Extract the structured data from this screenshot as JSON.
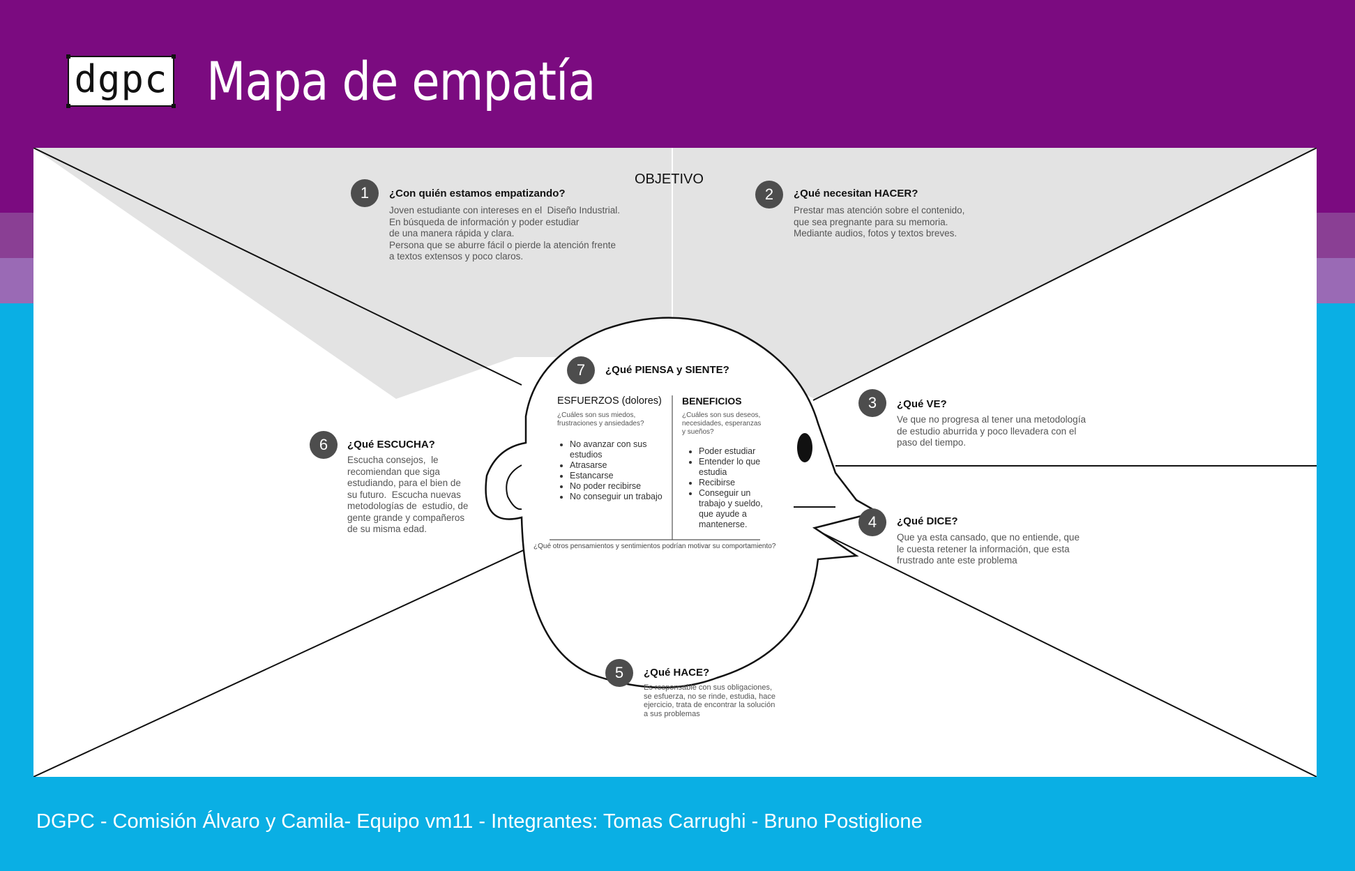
{
  "header": {
    "logo_text": "dgpc",
    "title": "Mapa de empatía"
  },
  "objetivo": "OBJETIVO",
  "sections": {
    "s1": {
      "number": "1",
      "question": "¿Con quién estamos empatizando?",
      "text": "Joven estudiante con intereses en el  Diseño Industrial.\nEn búsqueda de información y poder estudiar\nde una manera rápida y clara.\nPersona que se aburre fácil o pierde la atención frente\na textos extensos y poco claros."
    },
    "s2": {
      "number": "2",
      "question": "¿Qué necesitan HACER?",
      "text": "Prestar mas atención sobre el contenido,\nque sea pregnante para su memoria.\nMediante audios, fotos y textos breves."
    },
    "s3": {
      "number": "3",
      "question": "¿Qué VE?",
      "text": "Ve que no progresa al tener una metodología\nde estudio aburrida y poco llevadera con el\npaso del tiempo."
    },
    "s4": {
      "number": "4",
      "question": "¿Qué DICE?",
      "text": "Que ya esta cansado, que no entiende, que\nle cuesta retener la información, que esta\nfrustrado ante este problema"
    },
    "s5": {
      "number": "5",
      "question": "¿Qué HACE?",
      "text": "Es responsable con sus obligaciones,\nse esfuerza, no se rinde, estudia, hace\nejercicio, trata de encontrar la solución\na sus problemas"
    },
    "s6": {
      "number": "6",
      "question": "¿Qué ESCUCHA?",
      "text": "Escucha consejos,  le\nrecomiendan que siga\nestudiando, para el bien de\nsu futuro.  Escucha nuevas\nmetodologías de  estudio, de\ngente grande y compañeros\nde su misma edad."
    },
    "s7": {
      "number": "7",
      "question": "¿Qué PIENSA y SIENTE?",
      "esfuerzos": {
        "title": "ESFUERZOS (dolores)",
        "subtitle": "¿Cuáles son sus miedos,\nfrustraciones y ansiedades?",
        "items": [
          "No avanzar con sus estudios",
          "Atrasarse",
          "Estancarse",
          "No poder recibirse",
          "No conseguir un trabajo"
        ]
      },
      "beneficios": {
        "title": "BENEFICIOS",
        "subtitle": "¿Cuáles son sus deseos,\nnecesidades, esperanzas\ny sueños?",
        "items": [
          "Poder estudiar",
          "Entender lo que estudia",
          "Recibirse",
          "Conseguir un trabajo y sueldo, que ayude a mantenerse."
        ]
      },
      "bottom_question": "¿Qué otros pensamientos y sentimientos podrían motivar su comportamiento?"
    }
  },
  "footer": "DGPC - Comisión Álvaro y Camila- Equipo vm11 - Integrantes: Tomas Carrughi - Bruno Postiglione",
  "colors": {
    "purple": "#7b0b80",
    "blue": "#0aafe4",
    "gray_region": "#e3e3e3",
    "badge": "#4d4d4d"
  }
}
